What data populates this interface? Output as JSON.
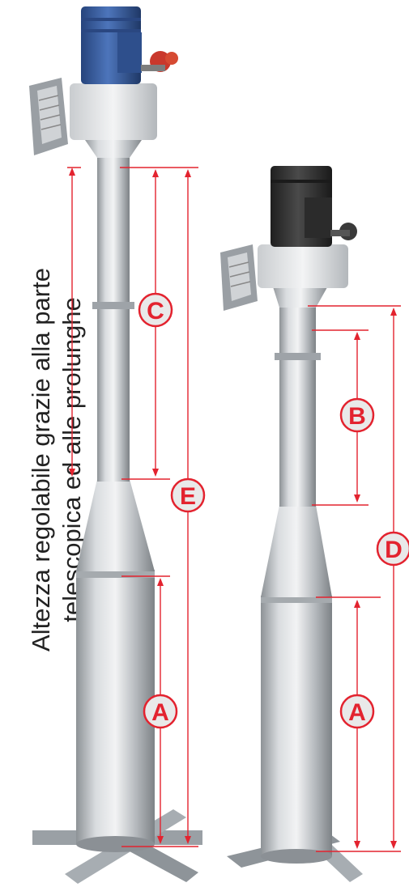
{
  "caption": {
    "line1": "Altezza regolabile grazie alla parte",
    "line2": "telescopica ed alle prolunghe"
  },
  "labels": {
    "c": "C",
    "e": "E",
    "a_left": "A",
    "b": "B",
    "d": "D",
    "a_right": "A"
  },
  "colors": {
    "dimension_red": "#e3232f",
    "label_fill": "#e9e9e9",
    "motor_left": "#3d62a6",
    "motor_right": "#333333",
    "steel": "#b9bec2"
  }
}
